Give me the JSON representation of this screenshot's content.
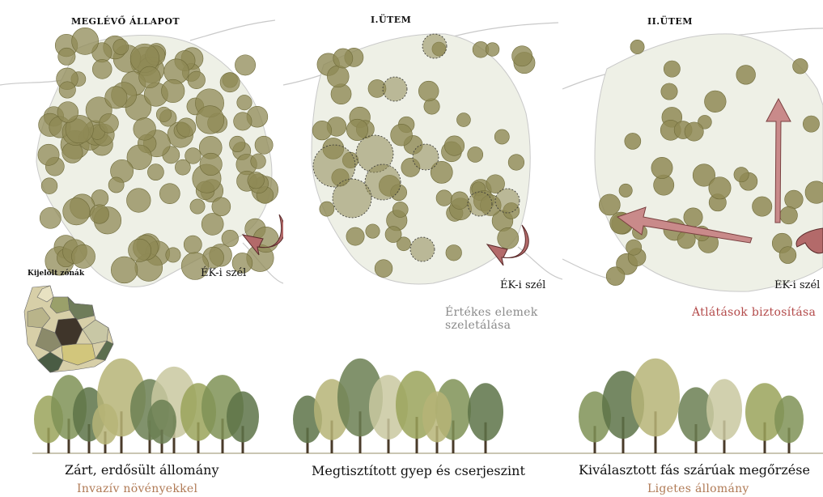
{
  "panels": [
    {
      "title": "MEGLÉVŐ ÁLLAPOT",
      "wind": "ÉK-i szél",
      "note": ""
    },
    {
      "title": "I.ÜTEM",
      "wind": "ÉK-i szél",
      "note": "Értékes elemek szeletálása"
    },
    {
      "title": "II.ÜTEM",
      "wind": "ÉK-i szél",
      "note": "Átlátások biztosítása"
    }
  ],
  "zones": {
    "title": "Kijelölt zónák"
  },
  "captions": [
    {
      "main": "Zárt, erdősült állomány",
      "sub": "Invazív növényekkel"
    },
    {
      "main": "Megtisztított gyep és cserjeszint",
      "sub": ""
    },
    {
      "main": "Kiválasztott fás szárúak megőrzése",
      "sub": "Ligetes állomány"
    }
  ],
  "colors": {
    "tree": "#8f8a55",
    "tree_dark": "#6f6b3a",
    "park": "#eef0e6",
    "arrow": "#c98a8a",
    "note_red": "#b34a4a"
  }
}
